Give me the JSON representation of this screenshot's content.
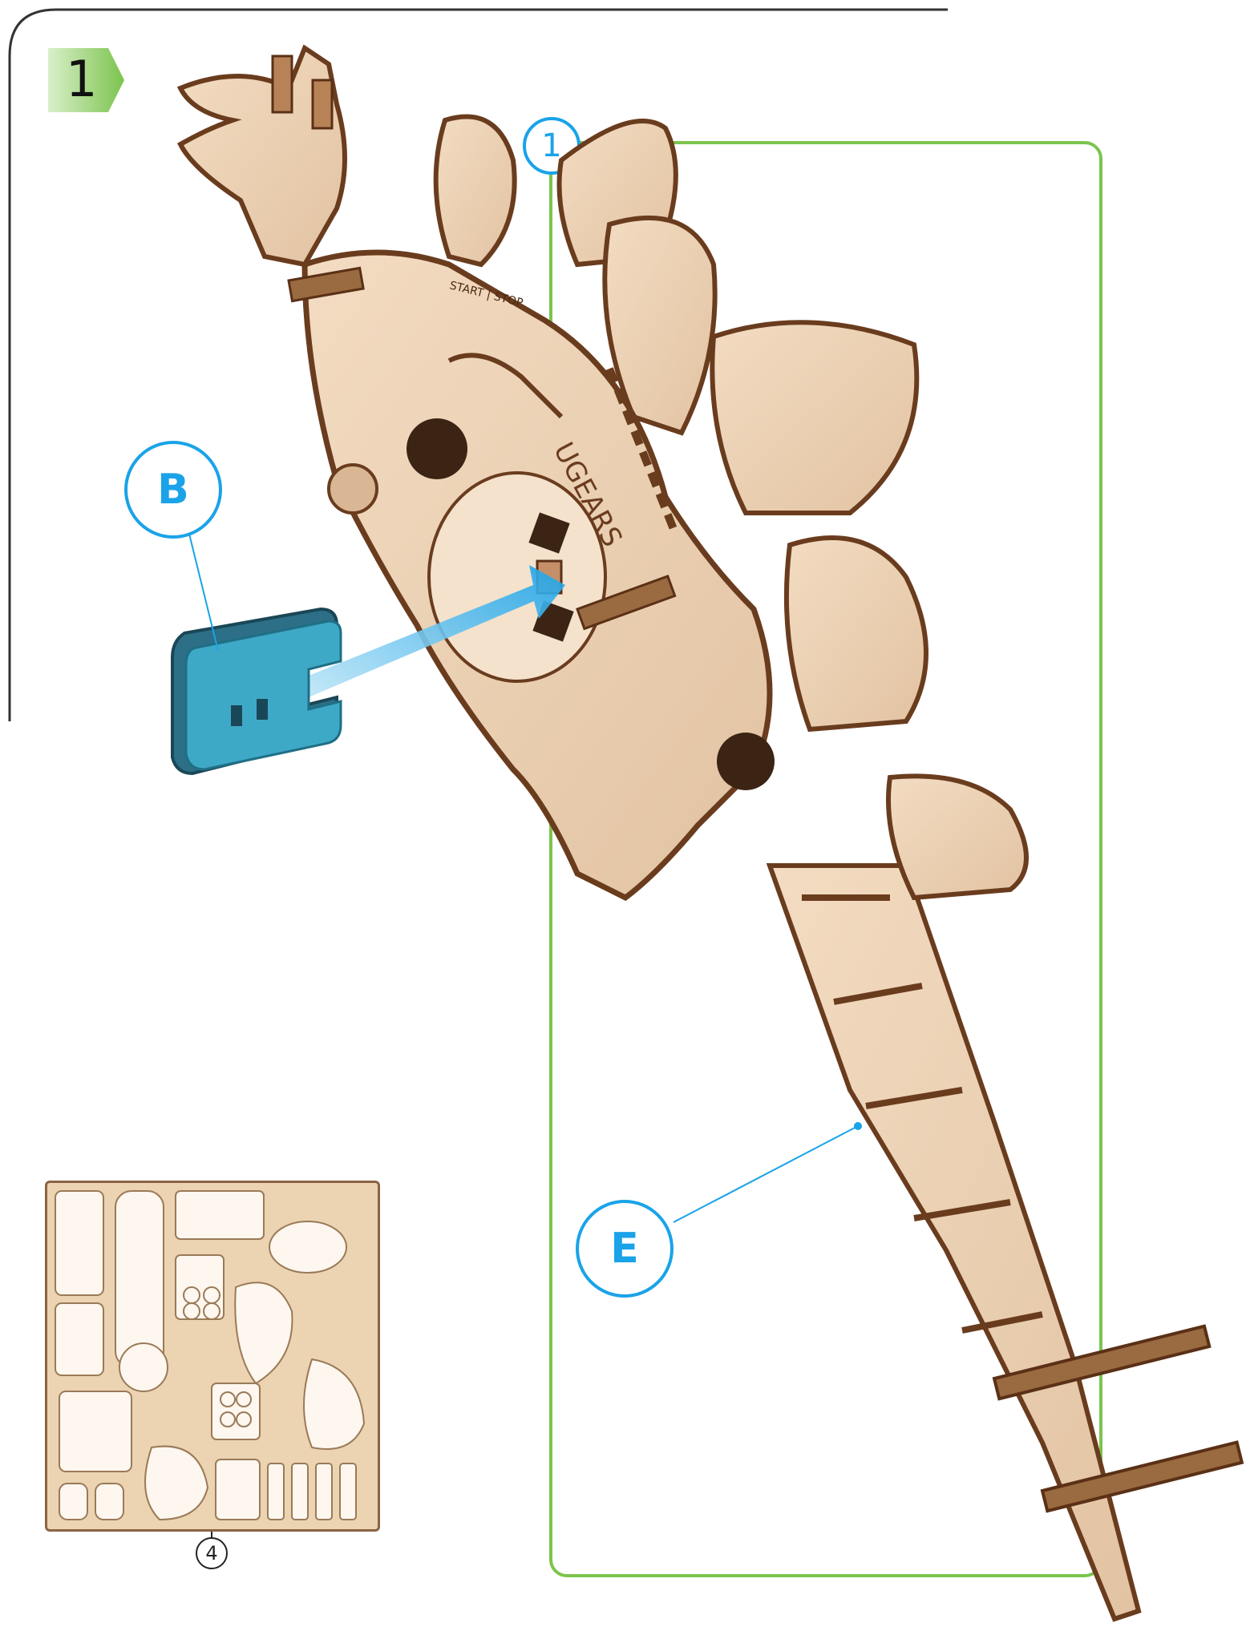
{
  "step": {
    "number": "1",
    "badge_color": "#7cc44e"
  },
  "inset_frame": {
    "label": "1",
    "border_color": "#7cc44e"
  },
  "callouts": [
    {
      "id": "B",
      "label": "B",
      "color": "#1aa3e8"
    },
    {
      "id": "E",
      "label": "E",
      "color": "#1aa3e8"
    }
  ],
  "model": {
    "engraved_logo": "UGEARS",
    "engraved_switch": "START | STOP"
  },
  "part_b": {
    "color": "#3ea9c6"
  },
  "parts_sheet": {
    "number": "4"
  }
}
